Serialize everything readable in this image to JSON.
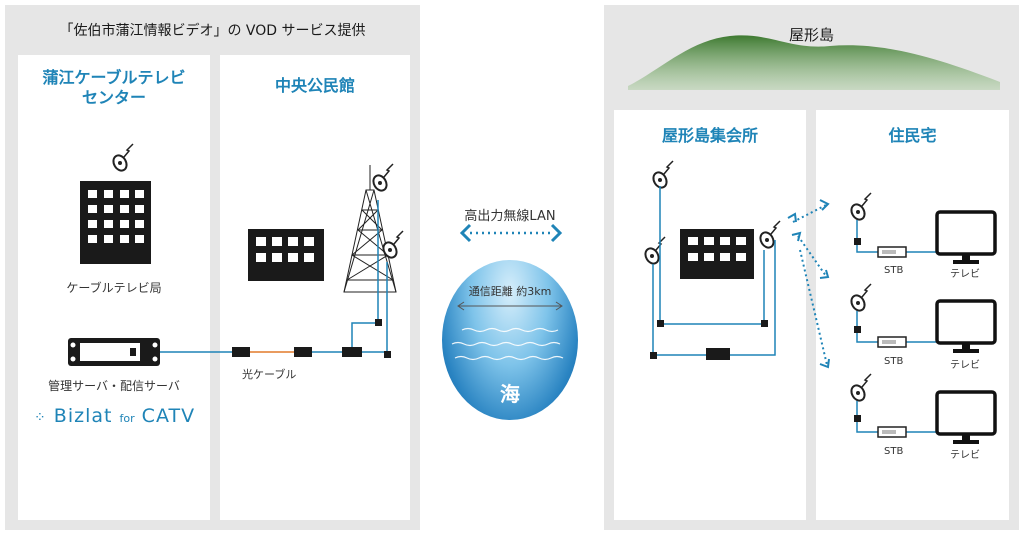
{
  "left_panel": {
    "title": "「佐伯市蒲江情報ビデオ」の VOD サービス提供",
    "center": {
      "title_line1": "蒲江ケーブルテレビ",
      "title_line2": "センター",
      "station_label": "ケーブルテレビ局",
      "server_label": "管理サーバ・配信サーバ",
      "logo_main": "Bizlat",
      "logo_for": "for",
      "logo_catv": "CATV"
    },
    "hall": {
      "title": "中央公民館",
      "cable_label": "光ケーブル"
    }
  },
  "middle": {
    "wireless_label": "高出力無線LAN",
    "distance_label": "通信距離 約3km",
    "sea_label": "海"
  },
  "right_panel": {
    "title": "屋形島",
    "assembly": {
      "title": "屋形島集会所"
    },
    "homes": {
      "title": "住民宅",
      "stb_label": "STB",
      "tv_label": "テレビ",
      "count": 3
    }
  },
  "colors": {
    "accent": "#1f84b7",
    "panel_bg": "#e6e6e6",
    "fiber": "#e27a2a",
    "mountain": "#3e7a31"
  }
}
